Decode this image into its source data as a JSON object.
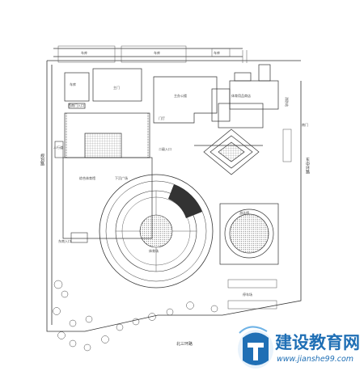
{
  "roads": {
    "right": "东中环路",
    "bottom": "北三环路",
    "left": "规划路"
  },
  "labels": {
    "top_left_1": "车库",
    "top_left_2": "车库",
    "top_center": "车库",
    "west_gate": "西南门入口",
    "stadium": "综合体育馆",
    "station": "主门",
    "main_block": "主办公楼",
    "corridor": "门厅",
    "pool": "游泳馆",
    "sports_hall": "体育场",
    "parking": "停车场",
    "gym_entry": "二级入口",
    "bottom_left": "东南入口",
    "ne_block": "体育用品商店",
    "right_block": "消防站",
    "small_left": "人行道",
    "mid_label": "下沉广场",
    "garage_small": "车库",
    "east_entry": "南门"
  },
  "watermark": {
    "name": "建设教育网",
    "url": "www.jianshe99.com"
  },
  "colors": {
    "line": "#333333",
    "watermark": "#1f6fb5"
  }
}
